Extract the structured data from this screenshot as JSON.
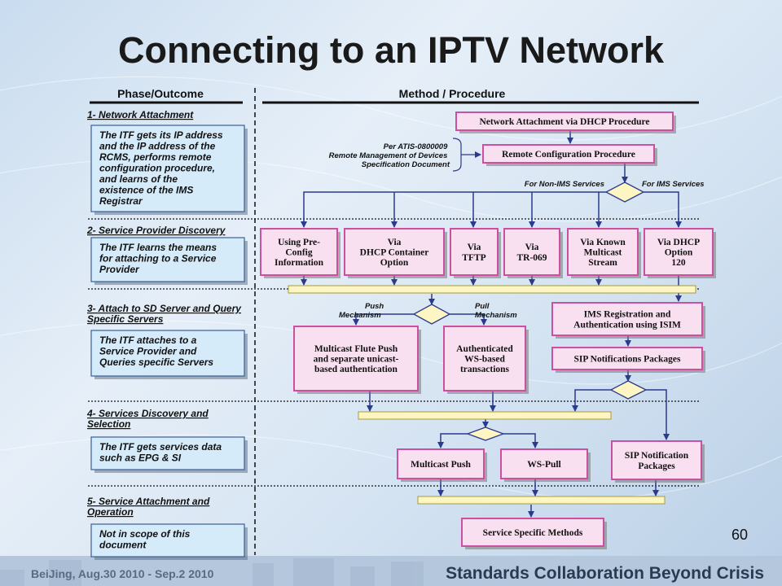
{
  "slide": {
    "title": "Connecting to an IPTV Network",
    "page_number": "60",
    "footer_left": "BeiJing,   Aug.30 2010 - Sep.2  2010",
    "footer_right": "Standards Collaboration Beyond Crisis"
  },
  "headers": {
    "phase": "Phase/Outcome",
    "method": "Method / Procedure"
  },
  "phases": [
    {
      "title": [
        "1- Network Attachment"
      ],
      "desc": [
        "The ITF gets its IP address",
        "and the IP address of the",
        "RCMS, performs remote",
        "configuration procedure,",
        "and learns of the",
        "existence of the IMS",
        "Registrar"
      ]
    },
    {
      "title": [
        "2- Service Provider Discovery"
      ],
      "desc": [
        "The ITF learns the means",
        "for attaching to a Service",
        "Provider"
      ]
    },
    {
      "title": [
        "3- Attach to SD Server and Query",
        "Specific Servers"
      ],
      "desc": [
        "The ITF attaches to a",
        "Service Provider and",
        "Queries specific Servers"
      ]
    },
    {
      "title": [
        "4- Services Discovery and",
        "Selection"
      ],
      "desc": [
        "The ITF gets services data",
        "such as EPG & SI"
      ]
    },
    {
      "title": [
        "5- Service Attachment and",
        "Operation"
      ],
      "desc": [
        "Not in scope of this",
        "document"
      ]
    }
  ],
  "nodes": {
    "dhcp": [
      "Network Attachment via DHCP Procedure"
    ],
    "remote": [
      "Remote Configuration Procedure"
    ],
    "preconfig": [
      "Using Pre-",
      "Config",
      "Information"
    ],
    "dhcpcontainer": [
      "Via",
      "DHCP Container",
      "Option"
    ],
    "tftp": [
      "Via",
      "TFTP"
    ],
    "tr069": [
      "Via",
      "TR-069"
    ],
    "multicaststream": [
      "Via Known",
      "Multicast",
      "Stream"
    ],
    "dhcp120": [
      "Via DHCP",
      "Option",
      "120"
    ],
    "ims": [
      "IMS Registration and",
      "Authentication using ISIM"
    ],
    "flute": [
      "Multicast Flute Push",
      "and separate unicast-",
      "based authentication"
    ],
    "wsauth": [
      "Authenticated",
      "WS-based",
      "transactions"
    ],
    "sippkg": [
      "SIP Notifications Packages"
    ],
    "mpush": [
      "Multicast Push"
    ],
    "wspull": [
      "WS-Pull"
    ],
    "sipnotif": [
      "SIP Notification",
      "Packages"
    ],
    "specific": [
      "Service Specific Methods"
    ]
  },
  "annotations": {
    "atis": [
      "Per ATIS-0800009",
      "Remote Management of Devices",
      "Specification Document"
    ],
    "non_ims": "For Non-IMS Services",
    "ims": "For IMS Services",
    "push": [
      "Push",
      "Mechanism"
    ],
    "pull": [
      "Pull",
      "Mechanism"
    ]
  },
  "colors": {
    "box_fill": "#f9e0f0",
    "box_border": "#cc4fa0",
    "bar_fill": "#fdf6c2",
    "diamond_fill": "#fdf6c2",
    "phase_box_fill": "#d6ebfa",
    "arrow": "#2b3a8c"
  }
}
